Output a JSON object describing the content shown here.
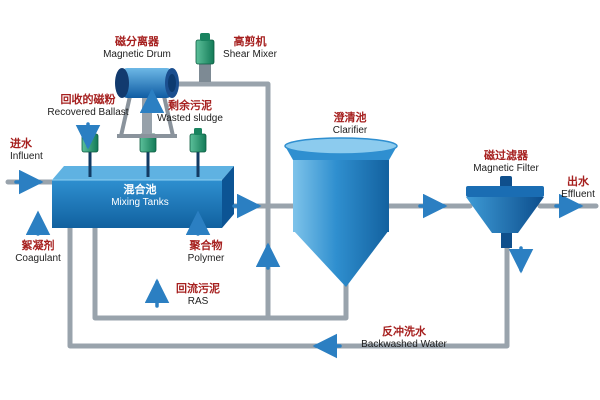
{
  "diagram_type": "water-treatment-process-flow",
  "labels": {
    "magnetic_drum": {
      "cn": "磁分离器",
      "en": "Magnetic Drum"
    },
    "shear_mixer": {
      "cn": "高剪机",
      "en": "Shear Mixer"
    },
    "recovered_ballast": {
      "cn": "回收的磁粉",
      "en": "Recovered Ballast"
    },
    "wasted_sludge": {
      "cn": "剩余污泥",
      "en": "Wasted sludge"
    },
    "influent": {
      "cn": "进水",
      "en": "Influent"
    },
    "mixing_tanks": {
      "cn": "混合池",
      "en": "Mixing Tanks"
    },
    "coagulant": {
      "cn": "絮凝剂",
      "en": "Coagulant"
    },
    "polymer": {
      "cn": "聚合物",
      "en": "Polymer"
    },
    "clarifier": {
      "cn": "澄清池",
      "en": "Clarifier"
    },
    "ras": {
      "cn": "回流污泥",
      "en": "RAS"
    },
    "magnetic_filter": {
      "cn": "磁过滤器",
      "en": "Magnetic Filter"
    },
    "effluent": {
      "cn": "出水",
      "en": "Effluent"
    },
    "backwashed_water": {
      "cn": "反冲洗水",
      "en": "Backwashed Water"
    }
  },
  "colors": {
    "tank_blue": "#1f7ec2",
    "clarifier_blue": "#2f8fd0",
    "mixer_green": "#1d8a63",
    "pipe_gray": "#99a3ac",
    "flow_arrow_blue": "#2b7fc2",
    "label_chinese_red": "#a6201f",
    "label_english_black": "#1d1d1d",
    "tank_label_white": "#ffffff"
  }
}
